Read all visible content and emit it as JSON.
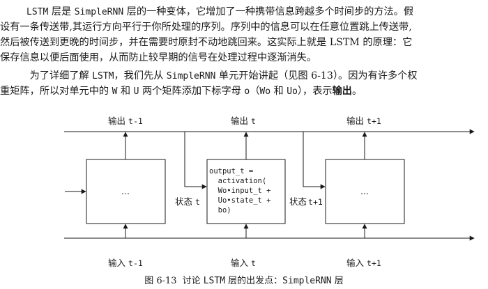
{
  "paragraph1": {
    "line1": {
      "indent": "    ",
      "a": "LSTM",
      "b": " 层是 ",
      "c": "SimpleRNN",
      "d": " 层的一种变体，它增加了一种携带信息跨越多个时间步的方法。假"
    },
    "line2": "设有一条传送带,其运行方向平行于你所处理的序列。序列中的信息可以在任意位置跳上传送带,",
    "line3": "然后被传送到更晚的时间步，并在需要时原封不动地跳回来。这实际上就是 LSTM 的原理：它",
    "line4": "保存信息以便后面使用，从而防止较早期的信号在处理过程中逐渐消失。"
  },
  "paragraph2": {
    "line1": {
      "a": "    为了详细了解 ",
      "b": "LSTM",
      "c": "，我们先从 ",
      "d": "SimpleRNN",
      "e": " 单元开始讲起（见图 6-13）。因为有许多个权"
    },
    "line2": {
      "a": "重矩阵，所以对单元中的 ",
      "b": "W",
      "c": " 和 ",
      "d": "U",
      "e": " 两个矩阵添加下标字母 ",
      "f": "o",
      "g": "（",
      "h": "Wo",
      "i": " 和 ",
      "j": "Uo",
      "k": "），表示",
      "l": "输出",
      "m": "。"
    }
  },
  "diagram": {
    "outputs": {
      "prefix": "输出",
      "t_minus": "t-1",
      "t": "t",
      "t_plus": "t+1"
    },
    "inputs": {
      "prefix": "输入",
      "t_minus": "t-1",
      "t": "t",
      "t_plus": "t+1"
    },
    "states": {
      "prefix": "状态",
      "t": "t",
      "t_plus": "t+1"
    },
    "cell_left_ellipsis": "...",
    "cell_right_ellipsis": "...",
    "cell_middle_code": [
      "output_t =",
      "  activation(",
      "  Wo•input_t +",
      "  Uo•state_t +",
      "  bo)"
    ]
  },
  "caption": {
    "number": "图 6-13",
    "a": "讨论 ",
    "b": "LSTM",
    "c": " 层的出发点：",
    "d": "SimpleRNN",
    "e": " 层"
  }
}
